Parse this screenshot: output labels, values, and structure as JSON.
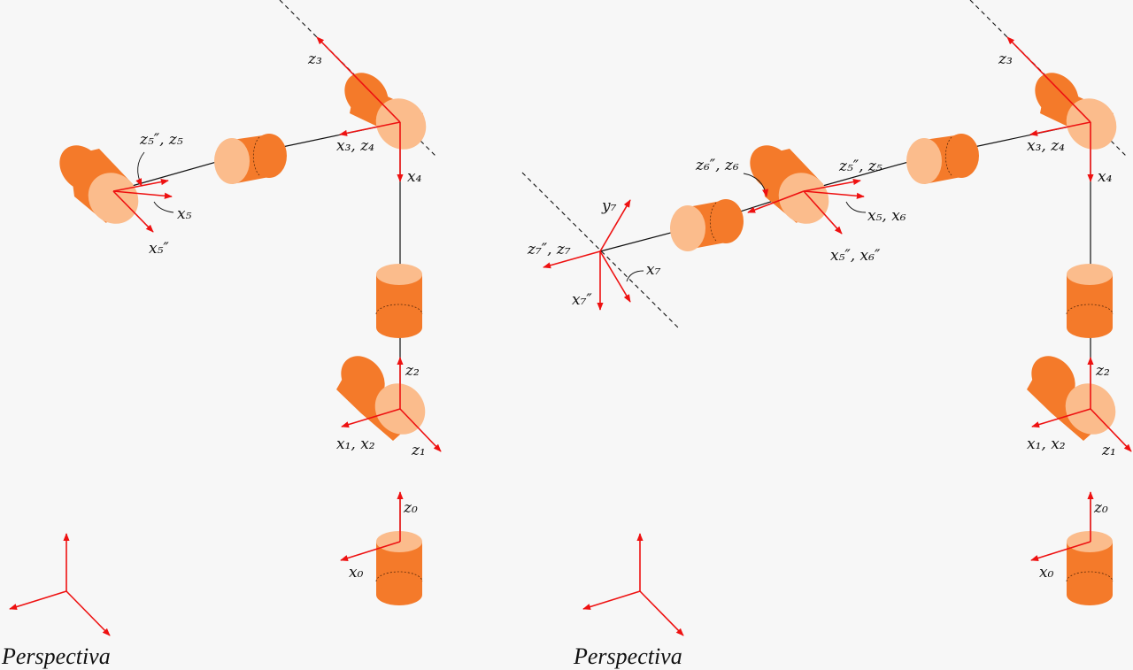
{
  "panels": [
    {
      "id": "left",
      "labels": {
        "z3": "z₃",
        "x3z4": "x₃, z₄",
        "x4": "x₄",
        "z2": "z₂",
        "x1x2": "x₁, x₂",
        "z1": "z₁",
        "z0": "z₀",
        "x0": "x₀",
        "z5pp_z5": "z₅″, z₅",
        "x5": "x₅",
        "x5pp": "x₅″"
      },
      "caption": "Perspectiva"
    },
    {
      "id": "right",
      "labels": {
        "z3": "z₃",
        "x3z4": "x₃, z₄",
        "x4": "x₄",
        "z2": "z₂",
        "x1x2": "x₁, x₂",
        "z1": "z₁",
        "z0": "z₀",
        "x0": "x₀",
        "z5pp_z5": "z₅″, z₅",
        "z6pp_z6": "z₆″, z₆",
        "x5x6": "x₅, x₆",
        "x5pp_x6pp": "x₅″, x₆″",
        "y7": "y₇",
        "z7pp_z7": "z₇″, z₇",
        "x7": "x₇",
        "x7pp": "x₇″"
      },
      "caption": "Perspectiva"
    }
  ],
  "colors": {
    "axis": "#e11111",
    "joint_body": "#f47a2a",
    "joint_face": "#fbbc8c",
    "background": "#f7f7f7"
  }
}
